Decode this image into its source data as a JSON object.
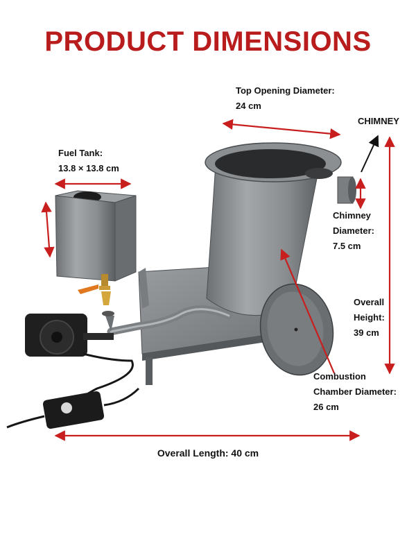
{
  "title": "PRODUCT DIMENSIONS",
  "colors": {
    "title": "#b91c1c",
    "arrow": "#c81e1e",
    "metal": "#8a8d90",
    "dark": "#1f1f1f"
  },
  "labels": {
    "top_opening": {
      "name": "Top Opening Diameter:",
      "value": "24 cm"
    },
    "chimney_name": "CHIMNEY",
    "fuel_tank": {
      "name": "Fuel Tank:",
      "value": "13.8 × 13.8 cm"
    },
    "chimney_diameter": {
      "line1": "Chimney",
      "line2": "Diameter:",
      "value": "7.5 cm"
    },
    "overall_height": {
      "line1": "Overall",
      "line2": "Height:",
      "value": "39 cm"
    },
    "combustion": {
      "line1": "Combustion",
      "line2": "Chamber Diameter:",
      "value": "26 cm"
    },
    "overall_length": "Overall Length: 40 cm"
  }
}
